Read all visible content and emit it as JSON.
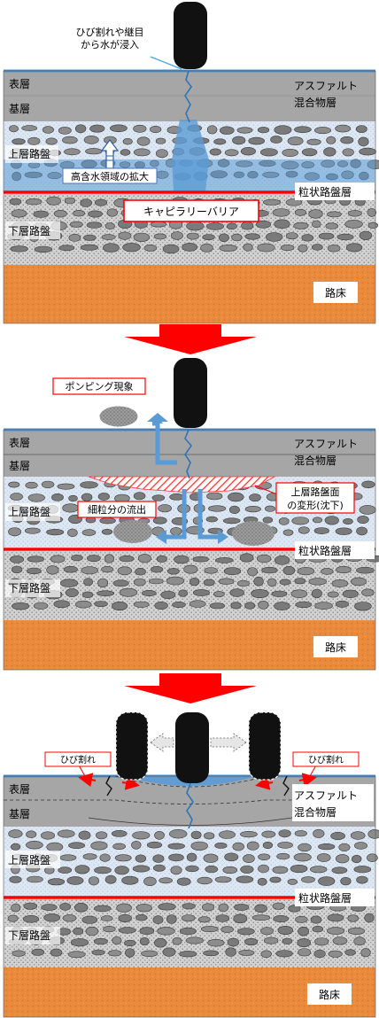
{
  "panel1": {
    "annotation_water": [
      "ひび割れや継目",
      "から水が浸入"
    ],
    "layer_surface": "表層",
    "layer_base": "基層",
    "asphalt_label": [
      "アスファルト",
      "混合物層"
    ],
    "upper_base": "上層路盤",
    "high_water_label": "高含水領域の拡大",
    "granular_label": "粒状路盤層",
    "capillary_label": "キャピラリーバリア",
    "lower_base": "下層路盤",
    "subgrade": "路床"
  },
  "panel2": {
    "pumping_label": "ポンピング現象",
    "layer_surface": "表層",
    "layer_base": "基層",
    "asphalt_label": [
      "アスファルト",
      "混合物層"
    ],
    "upper_base": "上層路盤",
    "fines_label": "細粒分の流出",
    "deform_label": [
      "上層路盤面",
      "の変形(沈下)"
    ],
    "granular_label": "粒状路盤層",
    "lower_base": "下層路盤",
    "subgrade": "路床"
  },
  "panel3": {
    "crack_left": "ひび割れ",
    "crack_right": "ひび割れ",
    "layer_surface": "表層",
    "layer_base": "基層",
    "asphalt_label": [
      "アスファルト",
      "混合物層"
    ],
    "upper_base": "上層路盤",
    "granular_label": "粒状路盤層",
    "lower_base": "下層路盤",
    "subgrade": "路床"
  },
  "colors": {
    "asphalt": "#a6a6a6",
    "blue_line": "#4a8fd0",
    "upper_base_bg": "#dbe7f3",
    "lower_base_bg": "#c8c8c8",
    "stone": "#7f7f7f",
    "subgrade": "#e87f2d",
    "red": "#ff0000",
    "water": "#5b9bd5",
    "tire": "#111111"
  }
}
